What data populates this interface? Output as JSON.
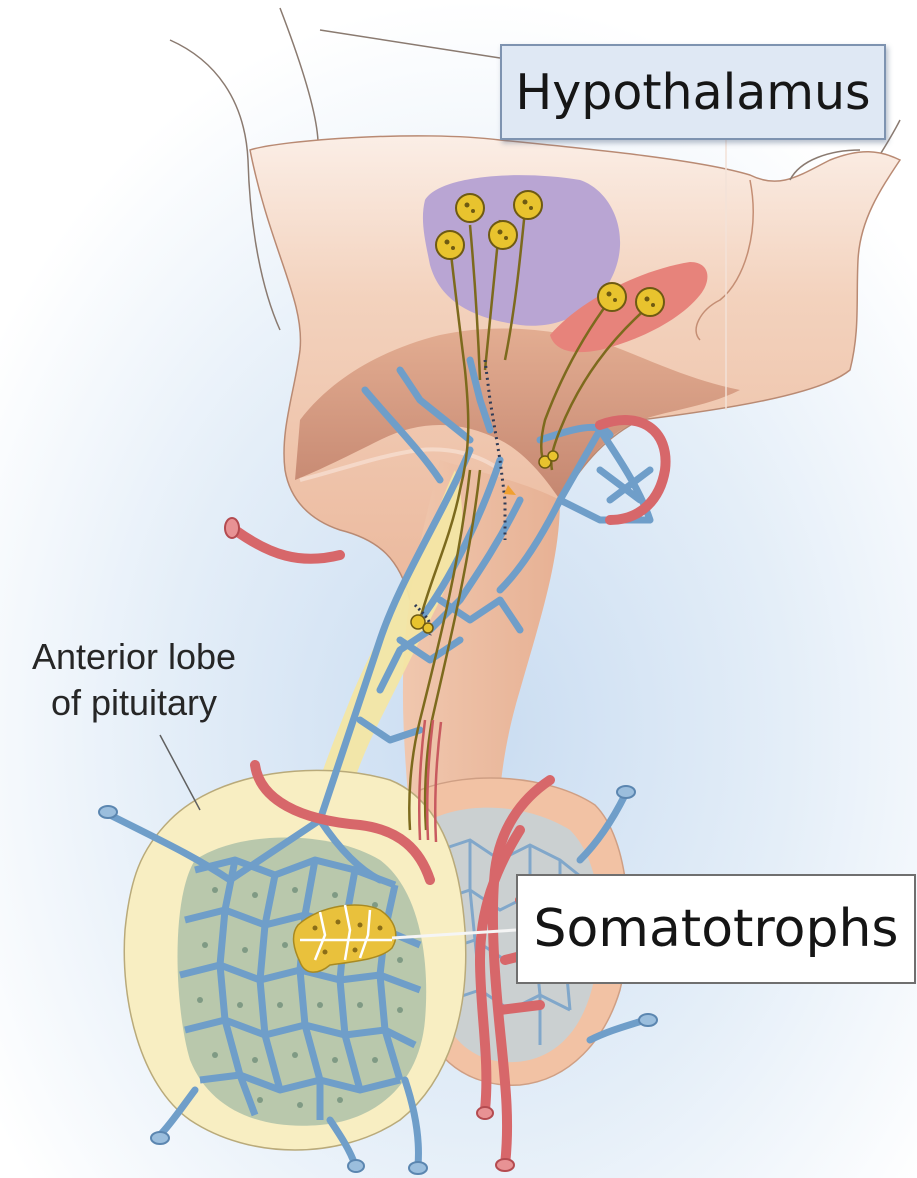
{
  "labels": {
    "hypothalamus": "Hypothalamus",
    "anterior_lobe_line1": "Anterior lobe",
    "anterior_lobe_line2": "of pituitary",
    "somatotrophs": "Somatotrophs"
  },
  "colors": {
    "background_glow": "#c9dcf1",
    "hypothalamus_tissue": "#f1c9ad",
    "tissue_shadow": "#c98e72",
    "nucleus_purple": "#b9a5d3",
    "nucleus_red": "#e7837b",
    "neuron_yellow": "#e8c32e",
    "axon_olive": "#7c6a1d",
    "vessel_blue": "#6f9ec9",
    "artery_red": "#d7676a",
    "lobe_cream": "#f8eec2",
    "cell_green": "#b9c8ac",
    "somatotroph_yellow": "#e9c13c"
  }
}
